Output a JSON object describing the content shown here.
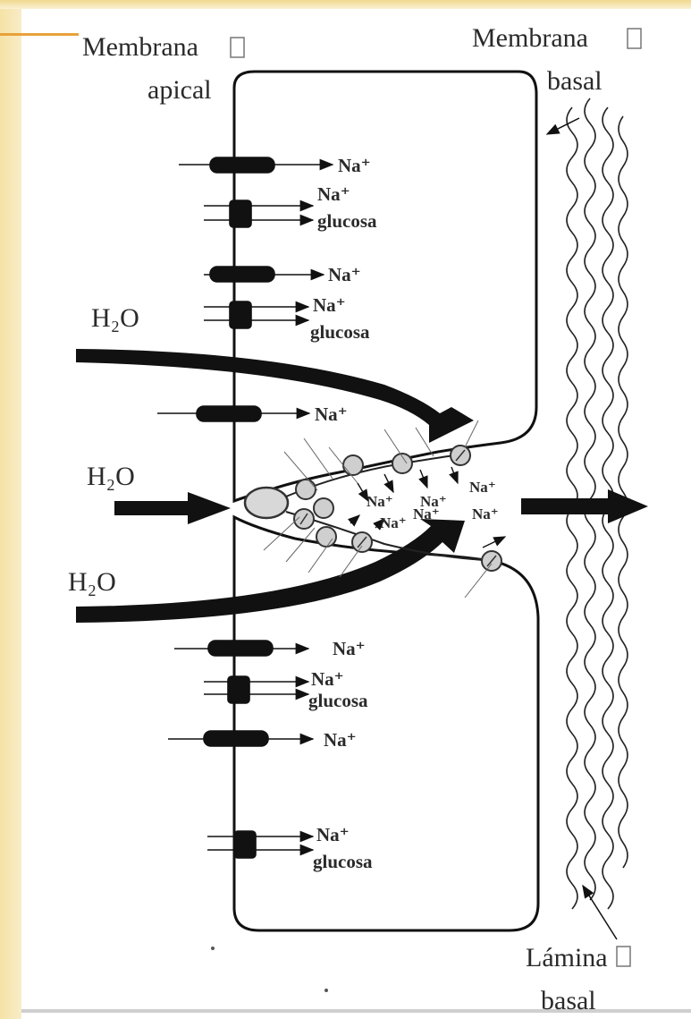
{
  "labels": {
    "membrana_apical_1": "Membrana",
    "membrana_apical_2": "apical",
    "membrana_basal_1": "Membrana",
    "membrana_basal_2": "basal",
    "lamina_basal_1": "Lámina",
    "lamina_basal_2": "basal",
    "water_top": "H₂O",
    "water_mid": "H₂O",
    "water_bottom": "H₂O",
    "na": "Na⁺",
    "glucosa": "glucosa"
  }
}
